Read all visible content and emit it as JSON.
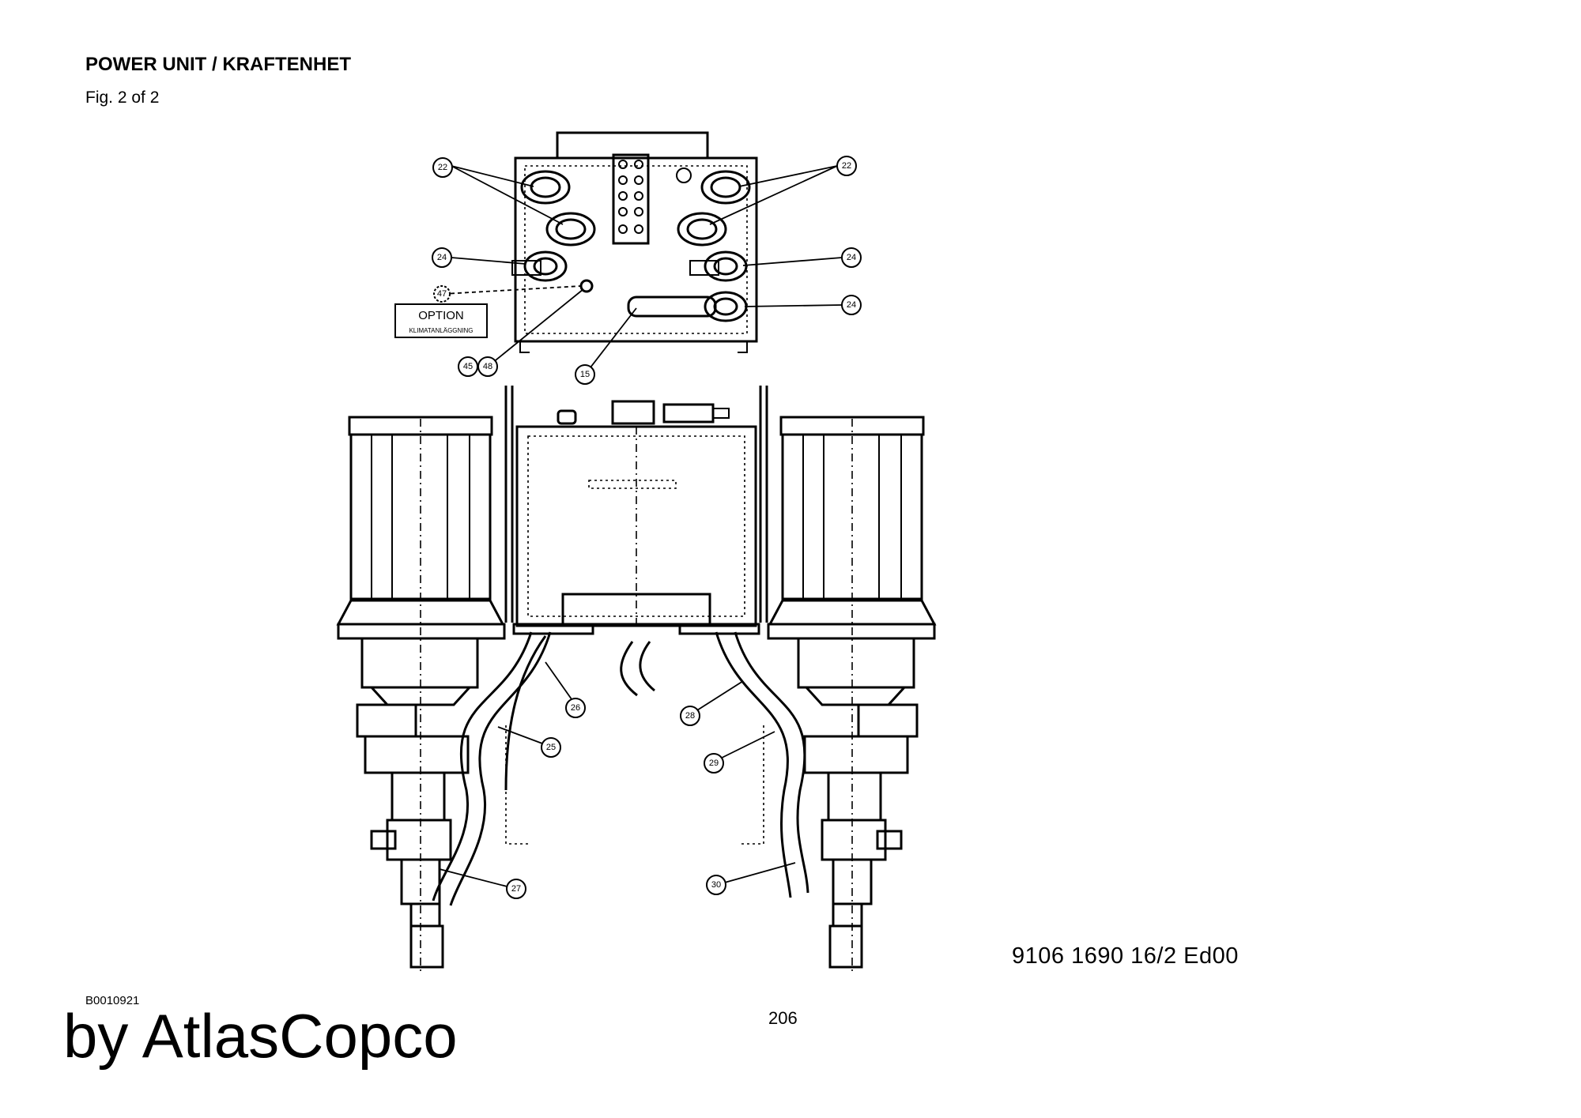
{
  "header": {
    "title": "POWER UNIT / KRAFTENHET",
    "figure": "Fig. 2 of 2"
  },
  "drawing": {
    "number": "9106 1690 16/2  Ed00",
    "option_label": "OPTION",
    "option_sublabel": "KLIMATANLÄGGNING",
    "callouts": [
      "22",
      "22",
      "24",
      "24",
      "24",
      "47",
      "15",
      "45",
      "48",
      "26",
      "25",
      "27",
      "28",
      "29",
      "30"
    ]
  },
  "footer": {
    "doc_id": "B0010921",
    "page": "206",
    "brand": "by AtlasCopco"
  }
}
